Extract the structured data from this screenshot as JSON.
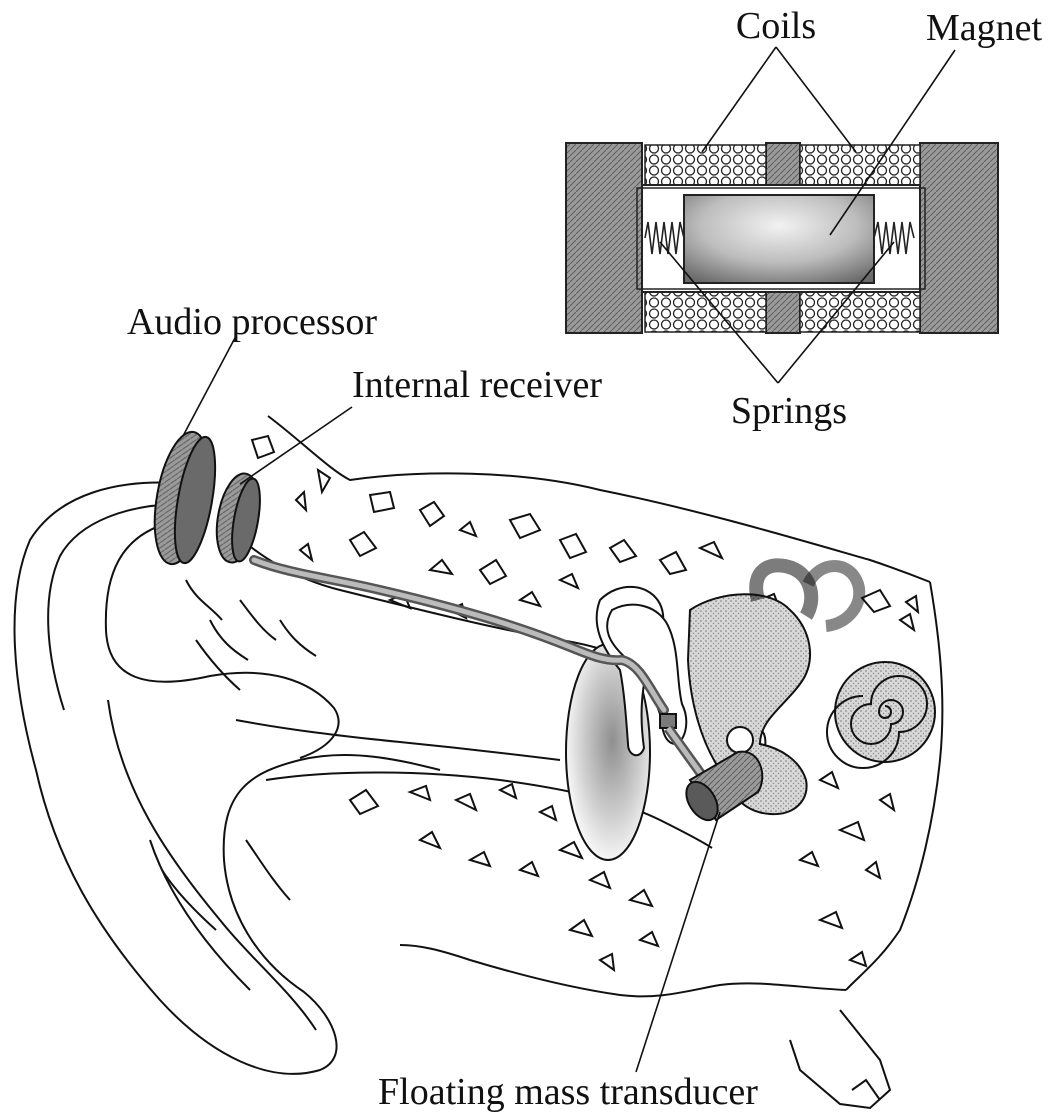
{
  "labels": {
    "coils": "Coils",
    "magnet": "Magnet",
    "springs": "Springs",
    "audio_processor": "Audio processor",
    "internal_receiver": "Internal receiver",
    "floating_mass_transducer": "Floating mass transducer"
  },
  "colors": {
    "ink": "#111111",
    "housing": "#8a8a8a",
    "tissue_fill": "#c9c9c9",
    "device_dark": "#5a5a5a"
  }
}
